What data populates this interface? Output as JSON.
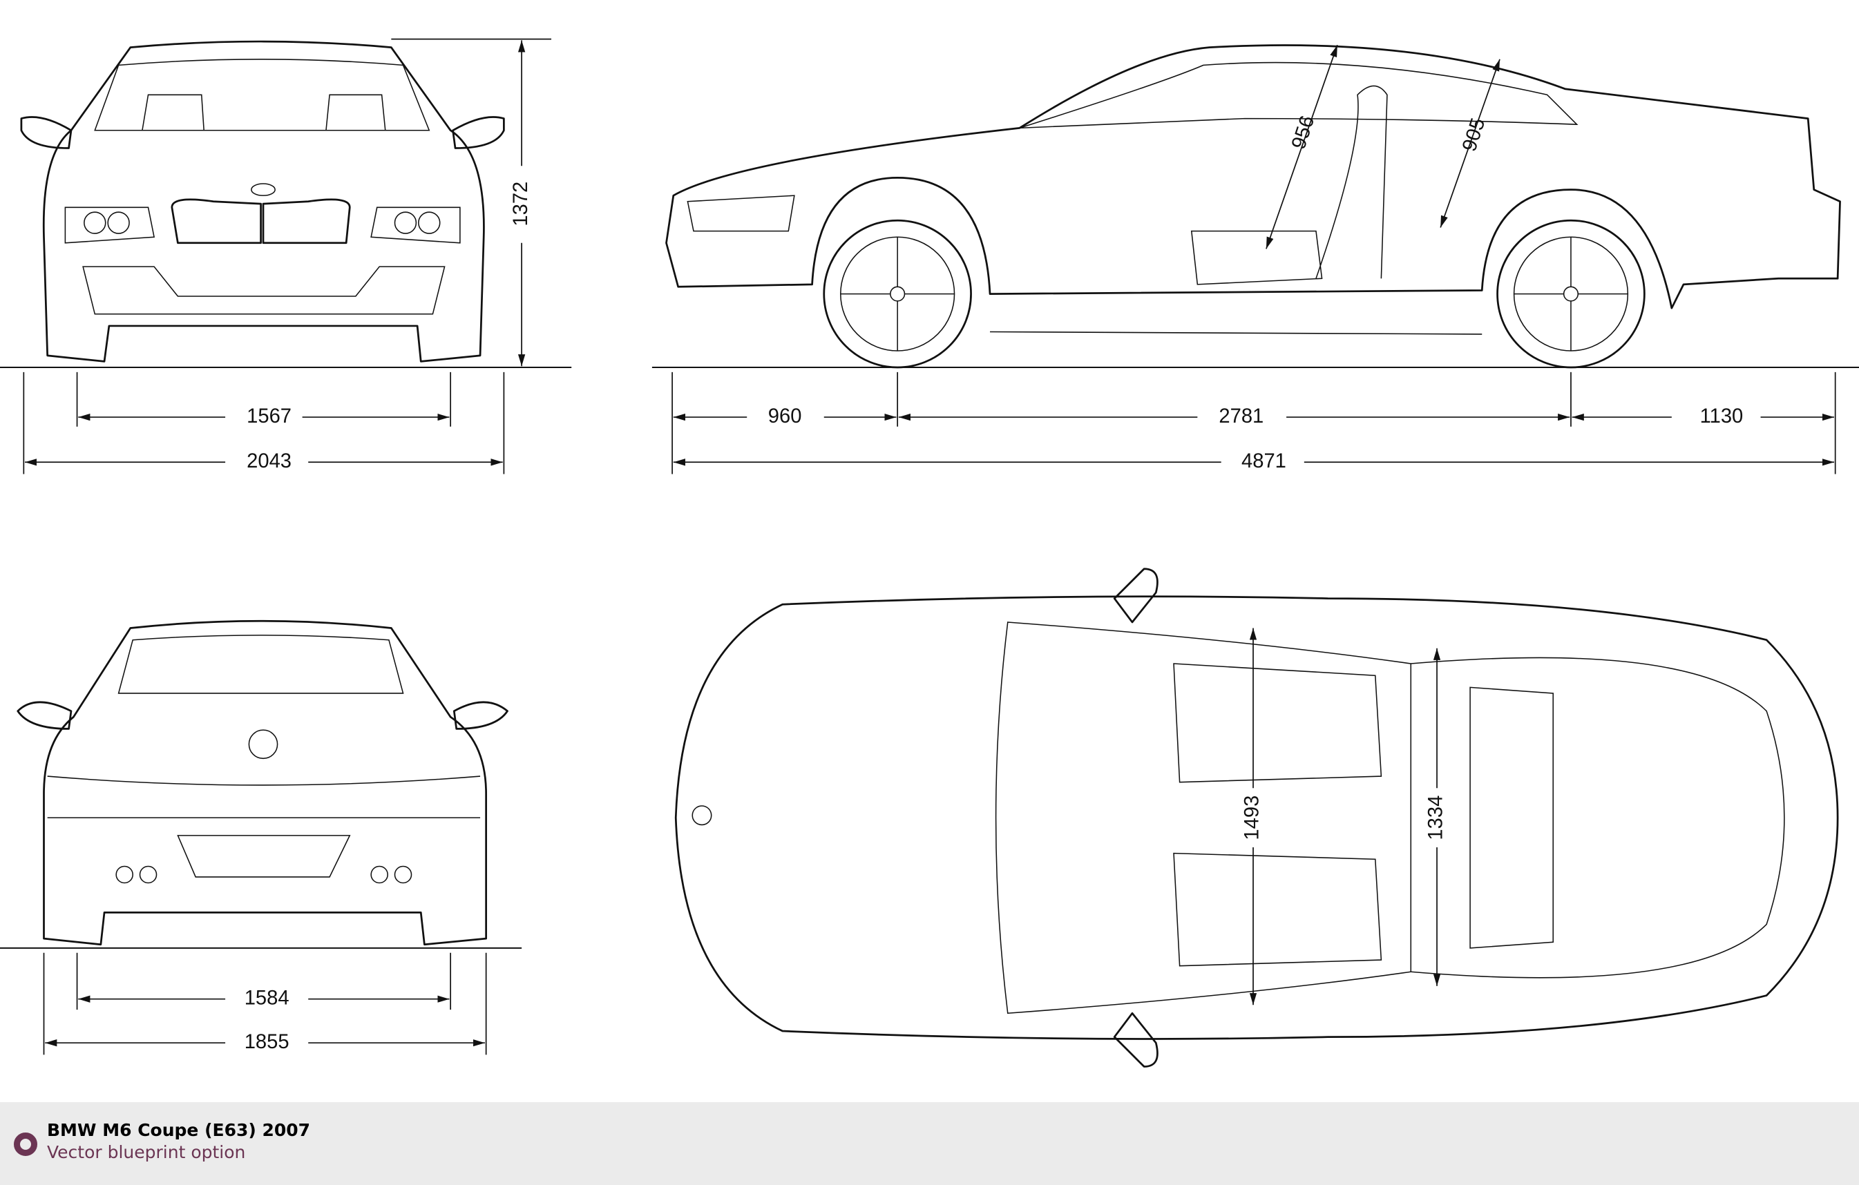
{
  "title": "BMW M6 Coupe (E63) 2007",
  "subtitle": "Vector blueprint option",
  "colors": {
    "accent": "#6b3553",
    "footer_bg": "#ebebeb",
    "line": "#111111"
  },
  "dimensions": {
    "front": {
      "track": "1567",
      "width_with_mirrors": "2043",
      "height": "1372"
    },
    "side": {
      "front_overhang": "960",
      "wheelbase": "2781",
      "rear_overhang": "1130",
      "length": "4871",
      "front_headroom": "956",
      "rear_headroom": "905"
    },
    "rear": {
      "track": "1584",
      "width": "1855"
    },
    "top": {
      "front_shoulder": "1493",
      "rear_shoulder": "1334"
    }
  }
}
